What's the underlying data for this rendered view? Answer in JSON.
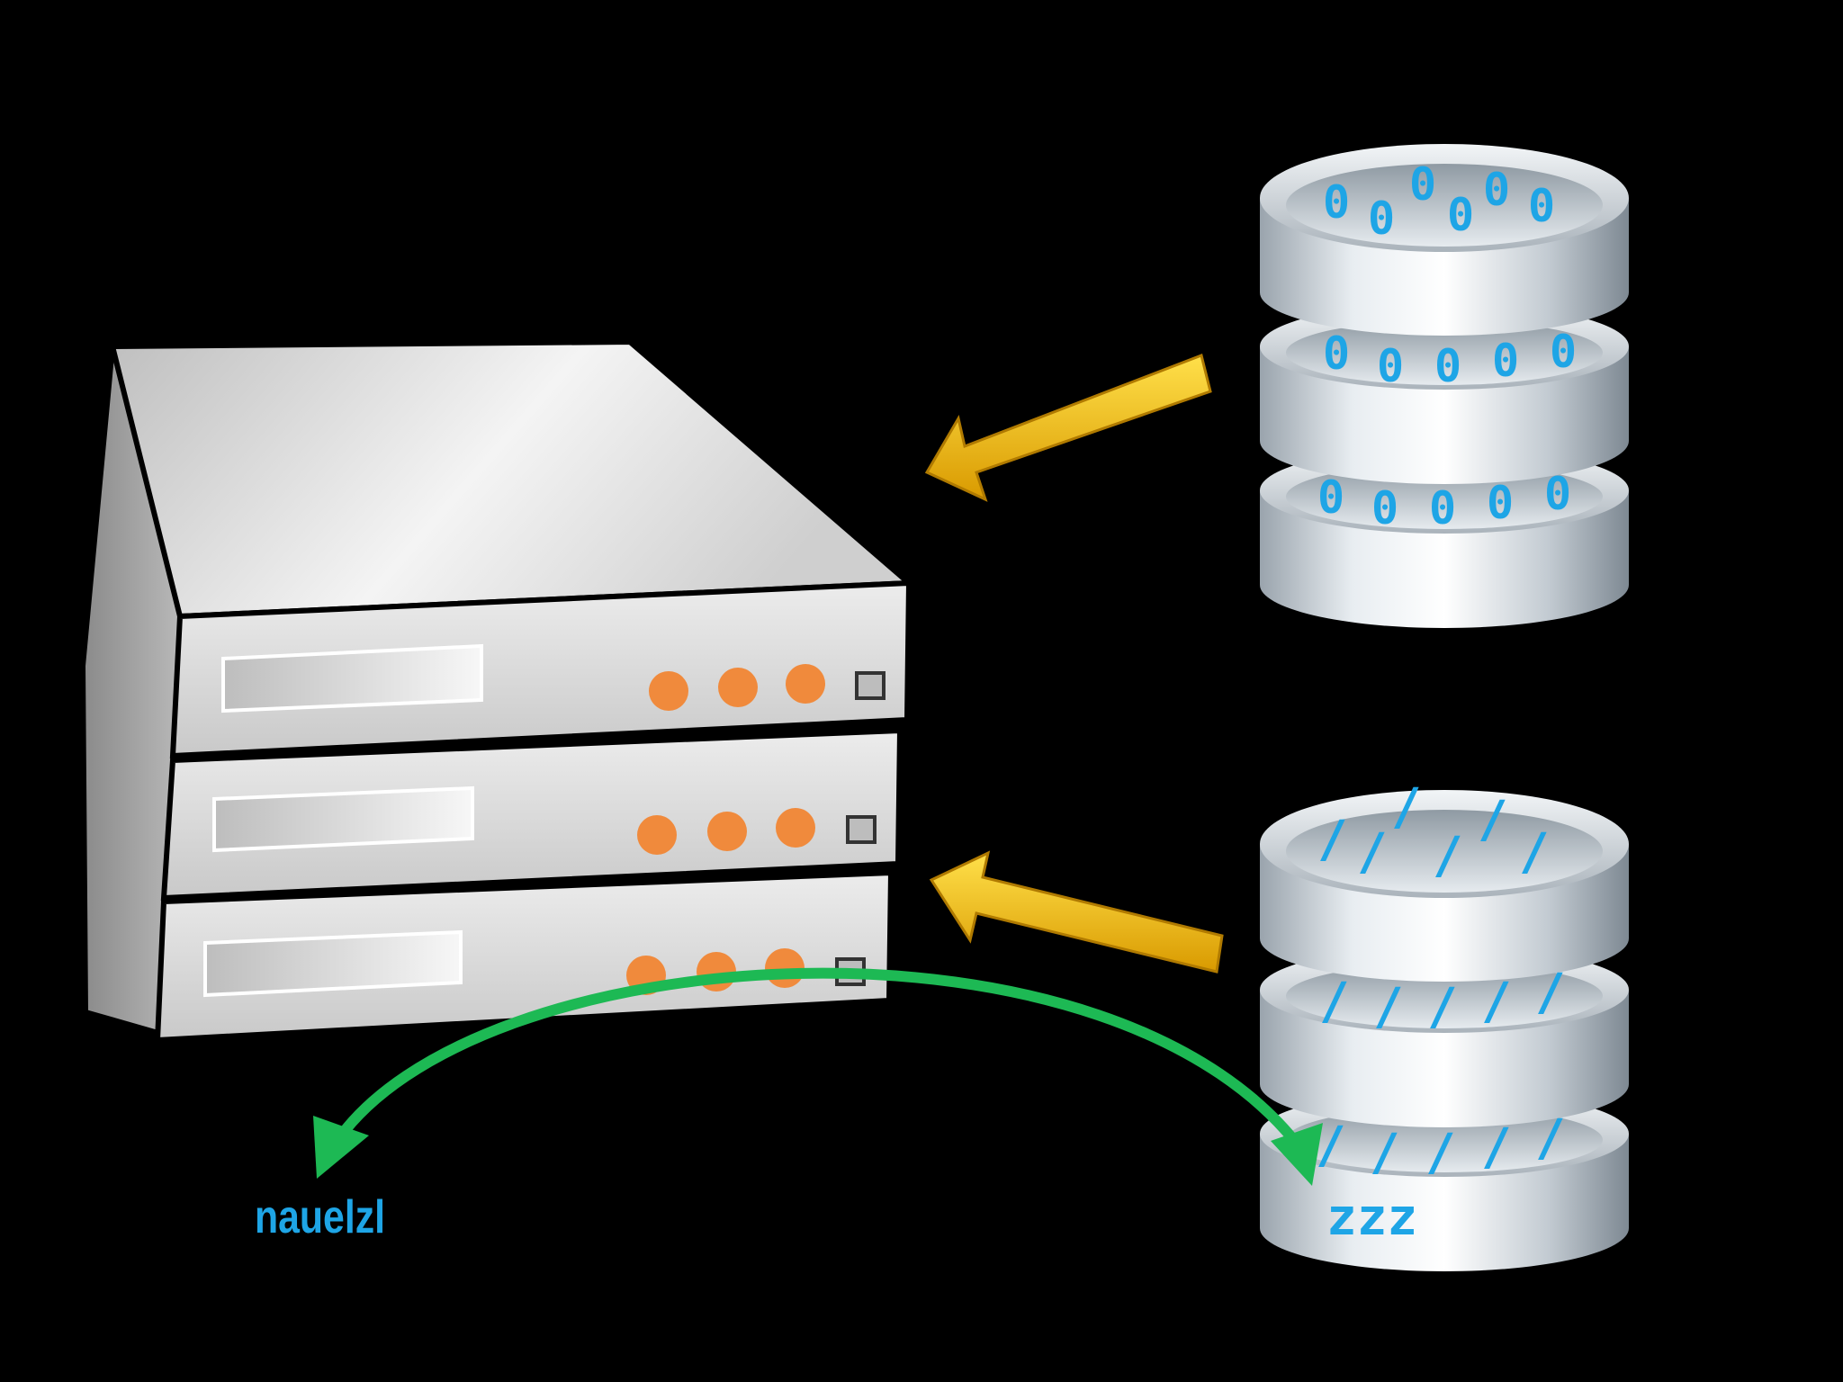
{
  "labels": {
    "left_label": "nauelzl",
    "right_label": "zzz"
  },
  "database_top": {
    "glyph": "0"
  },
  "database_bottom": {
    "glyph": "/"
  },
  "colors": {
    "background": "#000000",
    "server_body": "#d9d9d9",
    "server_led": "#f08a3c",
    "arrow_yellow": "#f5c400",
    "arrow_green": "#1db954",
    "glyph_blue": "#1ea5e6",
    "label_blue": "#1ea5e6"
  },
  "icons": {
    "server": "server-stack-icon",
    "database": "database-cylinder-icon",
    "arrow": "arrow-icon"
  }
}
